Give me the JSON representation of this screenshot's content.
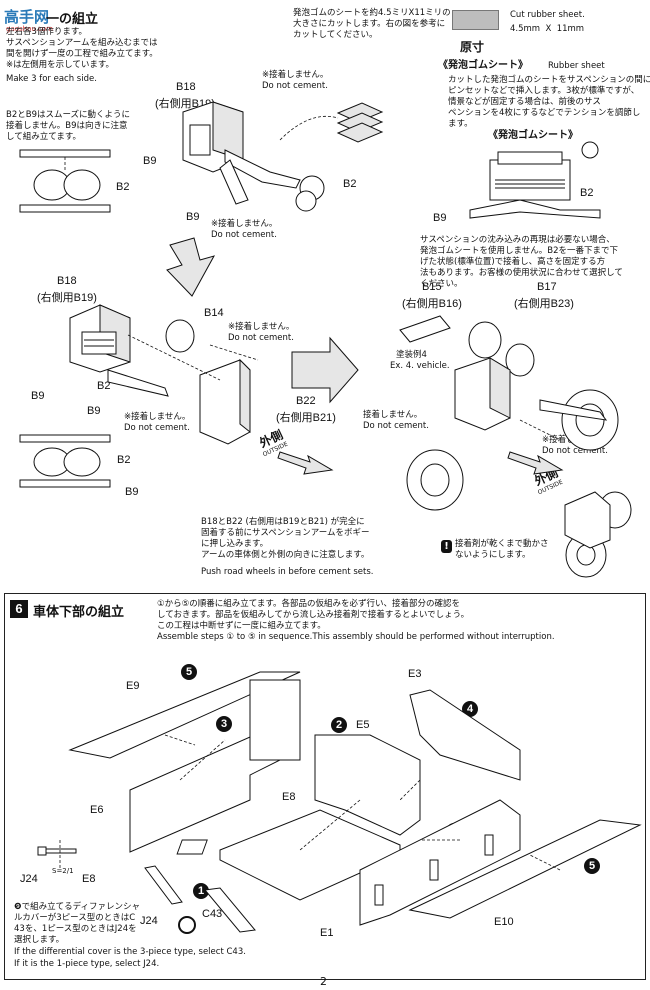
{
  "watermark": {
    "brand": "高手网",
    "site": "gaoshou.com"
  },
  "section5": {
    "title": "一の組立",
    "intro_jp": "左右各3個作ります。\nサスペンションアームを組み込むまでは\n間を開けず一度の工程で組み立てます。\n※は左側用を示しています。",
    "intro_en": "Make 3 for each side.",
    "note_b2b9": "B2とB9はスムーズに動くように\n接着しません。B9は向きに注意\nして組み立てます。",
    "rubber_jp": "発泡ゴムのシートを約4.5ミリX11ミリの\n大きさにカットします。右の図を参考に\nカットしてください。",
    "rubber_en": "Cut rubber sheet.",
    "rubber_size": "4.5mm  X  11mm",
    "genbun": "原寸",
    "rubber_sheet_jp": "《発泡ゴムシート》",
    "rubber_sheet_en": "Rubber sheet",
    "rubber_desc": "カットした発泡ゴムのシートをサスペンションの間に\nピンセットなどで挿入します。3枚が標準ですが、\n情景などが固定する場合は、前後のサス\nペンションを4枚にするなどでテンションを調節し\nます。",
    "rubber_sheet_jp2": "《発泡ゴムシート》",
    "sink_jp": "サスペンションの沈み込みの再現は必要ない場合、\n発泡ゴムシートを使用しません。B2を一番下まで下\nげた状態(標準位置)で接着し、高さを固定する方\n法もあります。お客様の使用状況に合わせて選択して\nください。",
    "no_cement_jp": "※接着しません。",
    "no_cement_en": "Do not cement.",
    "no_cement_jp2": "接着しません。",
    "paint": "塗装例4",
    "paint_en": "Ex. 4. vehicle.",
    "outside_jp": "外側",
    "outside_en": "OUTSIDE",
    "push_jp": "B18とB22 (右側用はB19とB21) が完全に\n固着する前にサスペンションアームをボギー\nに押し込みます。\nアームの車体側と外側の向きに注意します。",
    "push_en": "Push road wheels in before cement sets.",
    "dry_jp": "接着剤が乾くまで動かさ\nないようにします。",
    "labels": {
      "b18": "B18",
      "b19": "(右側用B19)",
      "b14": "B14",
      "b22": "B22",
      "b21": "(右側用B21)",
      "b15": "B15",
      "b16": "(右側用B16)",
      "b17": "B17",
      "b23": "(右側用B23)",
      "b2": "B2",
      "b9": "B9"
    }
  },
  "section6": {
    "number": "6",
    "title": "車体下部の組立",
    "steps_jp": "①から⑤の順番に組み立てます。各部品の仮組みを必ず行い、接着部分の確認を\nしておきます。部品を仮組みしてから流し込み接着剤で接着するとよいでしょう。\nこの工程は中断せずに一度に組み立てます。",
    "steps_en": "Assemble steps ① to ⑤ in sequence.This assembly should be performed without interruption.",
    "diff_jp": "❾で組み立てるディファレンシャ\nルカバーが3ピース型のときはC\n43を、1ピース型のときはJ24を\n選択します。",
    "diff_en1": "If the differential cover is the 3-piece type, select C43.",
    "diff_en2": "If it is the 1-piece type, select J24.",
    "s_label": "S=2/1",
    "parts": {
      "e9": "E9",
      "e3": "E3",
      "e5": "E5",
      "e6": "E6",
      "e8": "E8",
      "e1": "E1",
      "e10": "E10",
      "j24": "J24",
      "c43": "C43"
    },
    "step_nums": {
      "s1": "1",
      "s2": "2",
      "s3": "3",
      "s4": "4",
      "s5": "5"
    }
  },
  "page_number": "2"
}
